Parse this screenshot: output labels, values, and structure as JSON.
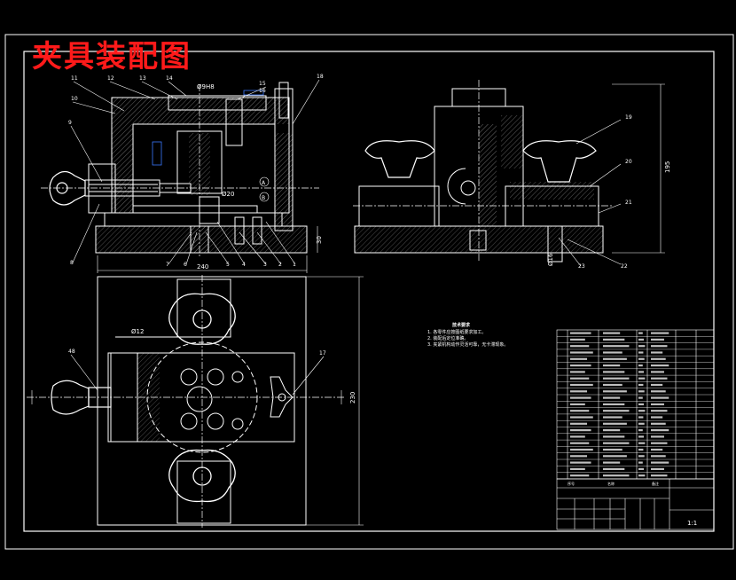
{
  "drawing": {
    "title": "夹具装配图",
    "scale": "1:1"
  },
  "dimensions": {
    "front_width": "240",
    "front_height_right": "30",
    "side_height": "195",
    "plan_height": "230",
    "fit_top": "Ø9H8",
    "fit_mid": "Ø20",
    "fit_plan": "Ø12",
    "fit_side": "Ø16"
  },
  "callouts": {
    "front": [
      "11",
      "12",
      "13",
      "14",
      "15",
      "16",
      "10",
      "9",
      "8",
      "7",
      "6",
      "5",
      "4",
      "3",
      "2",
      "1",
      "18"
    ],
    "side": [
      "19",
      "20",
      "21",
      "22",
      "23"
    ],
    "plan": [
      "48",
      "17"
    ],
    "section_marks": [
      "A",
      "B"
    ]
  },
  "notes": {
    "heading": "技术要求",
    "items": [
      "1. 各零件应按图纸要求加工。",
      "2. 装配后定位准确。",
      "3. 夹紧机构动作灵活可靠，无卡滞现象。"
    ]
  },
  "title_block": {
    "scale": "1:1",
    "label_left": "序号",
    "label_mid": "名称",
    "label_right": "备注"
  },
  "colors": {
    "background": "#000000",
    "lines": "#ffffff",
    "title": "#ff1a1a",
    "hatch": "#ffffff",
    "blue_note": "#3a78ff"
  }
}
